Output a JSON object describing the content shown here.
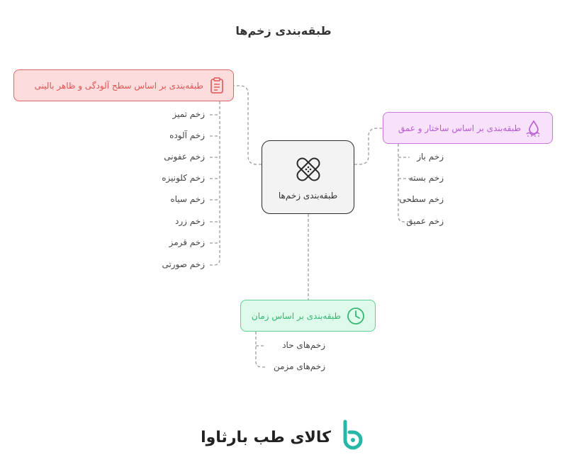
{
  "title": "طبقه‌بندی زخم‌ها",
  "center": {
    "label": "طبقه‌بندی زخم‌ها",
    "icon": "bandage-icon"
  },
  "branches": {
    "contamination": {
      "label": "طبقه‌بندی بر اساس سطح آلودگی و ظاهر بالینی",
      "icon": "clipboard-icon",
      "color": "#e06666",
      "items": [
        "زخم تمیز",
        "زخم آلوده",
        "زخم عفونی",
        "زخم کلونیزه",
        "زخم سیاه",
        "زخم زرد",
        "زخم قرمز",
        "زخم صورتی"
      ]
    },
    "structure": {
      "label": "طبقه‌بندی بر اساس ساختار و عمق",
      "icon": "drop-wave-icon",
      "color": "#c779dc",
      "items": [
        "زخم باز",
        "زخم بسته",
        "زخم سطحی",
        "زخم عمیق"
      ]
    },
    "time": {
      "label": "طبقه‌بندی بر اساس زمان",
      "icon": "clock-icon",
      "color": "#5fd197",
      "items": [
        "زخم‌های حاد",
        "زخم‌های مزمن"
      ]
    }
  },
  "footer": {
    "brand": "کالای طب بارثاوا",
    "logo": "barsava-logo-icon"
  }
}
